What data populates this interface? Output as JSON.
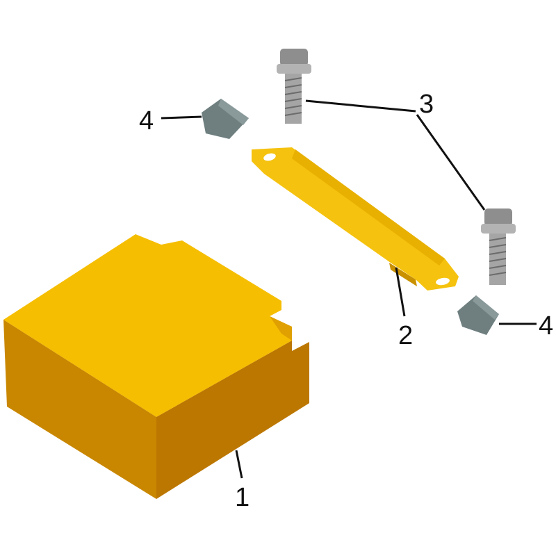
{
  "diagram": {
    "type": "exploded-parts-diagram",
    "callouts": [
      {
        "id": "callout-1",
        "text": "1",
        "part": "battery-box"
      },
      {
        "id": "callout-2",
        "text": "2",
        "part": "retaining-bracket"
      },
      {
        "id": "callout-3",
        "text": "3",
        "part": "flange-bolts"
      },
      {
        "id": "callout-4a",
        "text": "4",
        "part": "rubber-pad"
      },
      {
        "id": "callout-4b",
        "text": "4",
        "part": "rubber-pad"
      }
    ],
    "colors": {
      "yellow_top": "#F6BE00",
      "yellow_left": "#C98700",
      "yellow_right": "#BC7700",
      "bracket": "#F5C20F",
      "metal": "#9a9a9a",
      "pad": "#6f7f80",
      "line": "#111111"
    }
  }
}
